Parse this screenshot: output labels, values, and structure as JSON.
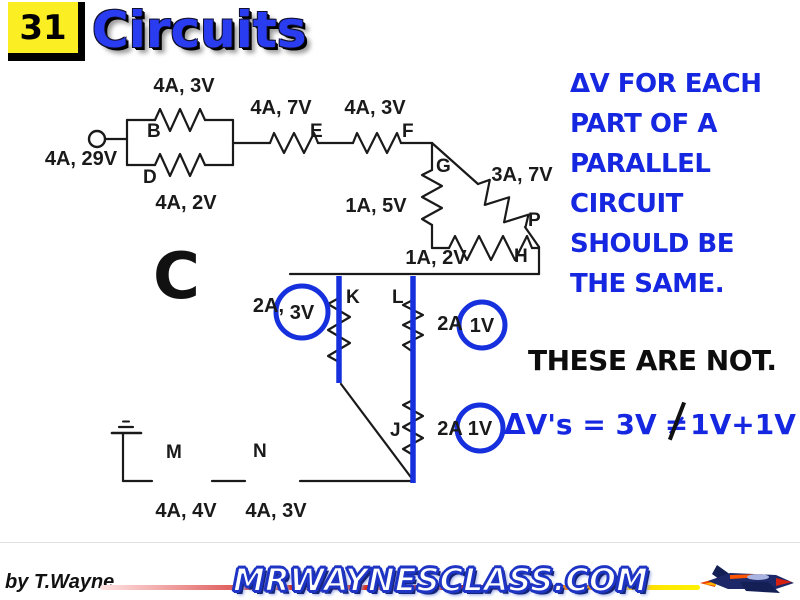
{
  "slide": {
    "number": "31",
    "title": "Circuits",
    "big_letter": "C",
    "credit": "by T.Wayne",
    "website": "MRWAYNESCLASS.COM"
  },
  "annotation": {
    "lines": [
      "ΔV FOR EACH",
      "PART OF A",
      "PARALLEL",
      "CIRCUIT",
      "SHOULD BE",
      "THE SAME."
    ],
    "emphasis": "THESE ARE NOT.",
    "equation_left": "ΔV's = 3V",
    "equation_neq": "≠",
    "equation_right": "1V+1V"
  },
  "circuit": {
    "source_label": "4A, 29V",
    "nodes": {
      "b": "B",
      "d": "D",
      "e": "E",
      "f": "F",
      "g": "G",
      "p": "P",
      "h": "H",
      "k": "K",
      "l": "L",
      "j": "J",
      "m": "M",
      "n": "N"
    },
    "values": {
      "b": "4A, 3V",
      "d": "4A, 2V",
      "e": "4A, 7V",
      "f": "4A, 3V",
      "g": "1A, 5V",
      "p": "3A, 7V",
      "h": "1A, 2V",
      "m": "4A, 4V",
      "n": "4A, 3V",
      "k_current": "2A,",
      "k_voltage": "3V",
      "l_current": "2A",
      "l_voltage": "1V",
      "j_current": "2A",
      "j_voltage": "1V"
    }
  },
  "colors": {
    "accent_blue": "#1630dd",
    "title_blue": "#2a3cf0",
    "highlight_yellow": "#fbee23"
  }
}
